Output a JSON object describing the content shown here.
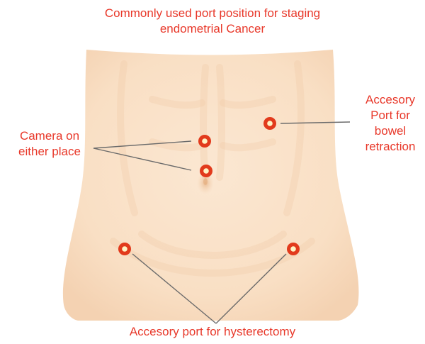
{
  "title": {
    "line1": "Commonly used port position for staging",
    "line2": "endometrial Cancer"
  },
  "labels": {
    "camera": {
      "line1": "Camera on",
      "line2": "either place"
    },
    "accessory_bowel": {
      "line1": "Accesory",
      "line2": "Port for",
      "line3": "bowel",
      "line4": "retraction"
    },
    "accessory_hysterectomy": "Accesory port for hysterectomy"
  },
  "colors": {
    "label_text": "#e8382a",
    "skin_base": "#fae3cb",
    "skin_shadow": "#f2cfae",
    "port_ring": "#e23a1c",
    "port_center": "#fff3c4",
    "leader_line": "#6b6b6b"
  },
  "ports": [
    {
      "name": "camera-port-upper",
      "role": "camera"
    },
    {
      "name": "camera-port-lower",
      "role": "camera"
    },
    {
      "name": "accessory-port-bowel",
      "role": "bowel retraction"
    },
    {
      "name": "accessory-port-left-lower",
      "role": "hysterectomy"
    },
    {
      "name": "accessory-port-right-lower",
      "role": "hysterectomy"
    }
  ]
}
